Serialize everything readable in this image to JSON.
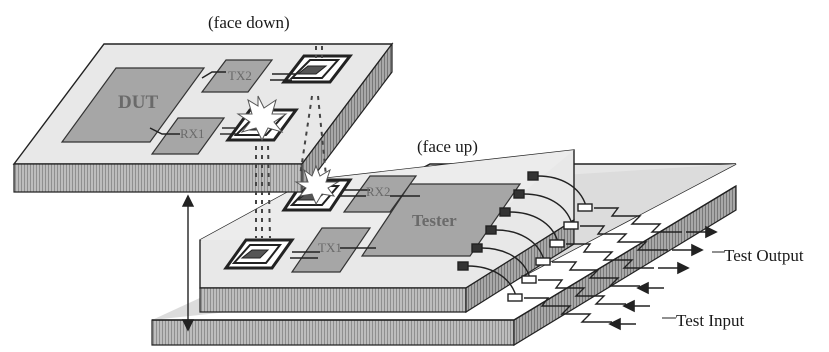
{
  "labels": {
    "face_down": "(face down)",
    "face_up": "(face up)",
    "dut": "DUT",
    "tx2": "TX2",
    "rx1": "RX1",
    "rx2": "RX2",
    "tx1": "TX1",
    "tester": "Tester",
    "test_output": "Test Output",
    "test_input": "Test Input"
  }
}
